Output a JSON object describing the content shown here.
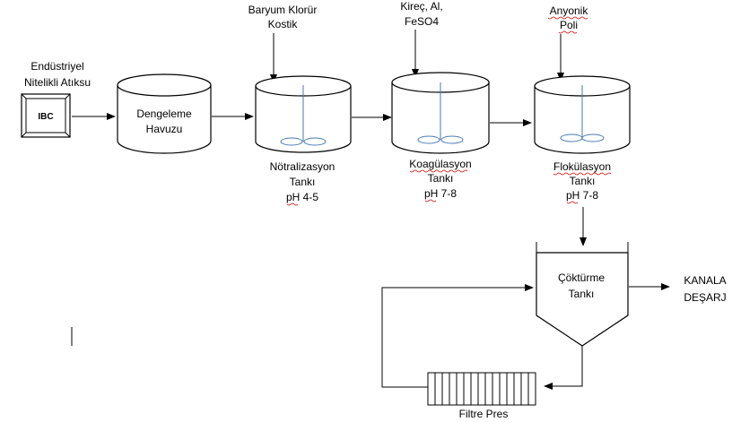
{
  "source": {
    "label_line1": "Endüstriyel",
    "label_line2": "Nitelikli Atıksu",
    "box_label": "IBC"
  },
  "dengeleme": {
    "line1": "Dengeleme",
    "line2": "Havuzu"
  },
  "notralizasyon": {
    "chem_line1": "Baryum Klorür",
    "chem_line2": "Kostik",
    "name": "Nötralizasyon",
    "word": "Tankı",
    "ph": "pH 4-5"
  },
  "koagulasyon": {
    "chem_line1": "Kireç, Al,",
    "chem_line2": "FeSO4",
    "name": "Koagülasyon",
    "word": "Tankı",
    "ph": "pH 7-8"
  },
  "flokulasyon": {
    "chem_line1": "Anyonik",
    "chem_line2": "Poli",
    "name": "Flokülasyon",
    "word": "Tankı",
    "ph": "pH 7-8"
  },
  "cokturme": {
    "line1": "Çöktürme",
    "line2": "Tankı"
  },
  "discharge": {
    "line1": "KANALA",
    "line2": "DEŞARJ"
  },
  "filtre": {
    "label": "Filtre Pres"
  }
}
